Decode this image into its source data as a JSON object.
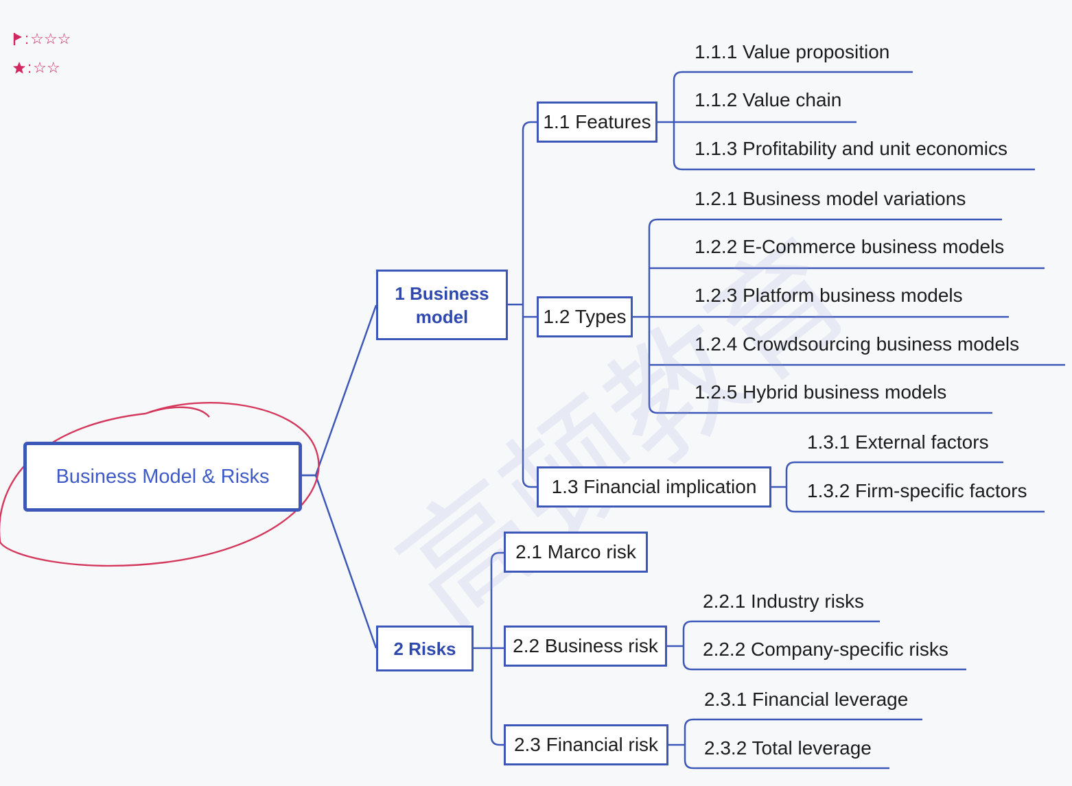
{
  "legend": {
    "row1": {
      "icon": "flag-icon",
      "sep": ":",
      "stars": "☆☆☆"
    },
    "row2": {
      "icon": "star-icon",
      "sep": ":",
      "stars": "☆☆"
    },
    "color": "#d2285f"
  },
  "colors": {
    "line": "#3d57b8",
    "root_text": "#3d5ac8",
    "level1_text": "#2e48ae",
    "annotation": "#d4385c"
  },
  "root": {
    "label": "Business Model & Risks"
  },
  "branch1": {
    "label": "1  Business model",
    "features": {
      "label": "1.1 Features",
      "items": [
        "1.1.1  Value proposition",
        "1.1.2  Value chain",
        "1.1.3  Profitability and unit economics"
      ]
    },
    "types": {
      "label": "1.2 Types",
      "items": [
        "1.2.1 Business model variations",
        "1.2.2  E-Commerce business models",
        "1.2.3  Platform business models",
        "1.2.4  Crowdsourcing business models",
        "1.2.5  Hybrid business models"
      ]
    },
    "financial": {
      "label": "1.3  Financial implication",
      "items": [
        "1.3.1  External factors",
        "1.3.2  Firm-specific factors"
      ]
    }
  },
  "branch2": {
    "label": "2  Risks",
    "macro": {
      "label": "2.1  Marco risk"
    },
    "business": {
      "label": "2.2  Business risk",
      "items": [
        "2.2.1  Industry risks",
        "2.2.2  Company-specific risks"
      ]
    },
    "financial": {
      "label": "2.3  Financial risk",
      "items": [
        "2.3.1  Financial leverage",
        "2.3.2  Total leverage"
      ]
    }
  }
}
